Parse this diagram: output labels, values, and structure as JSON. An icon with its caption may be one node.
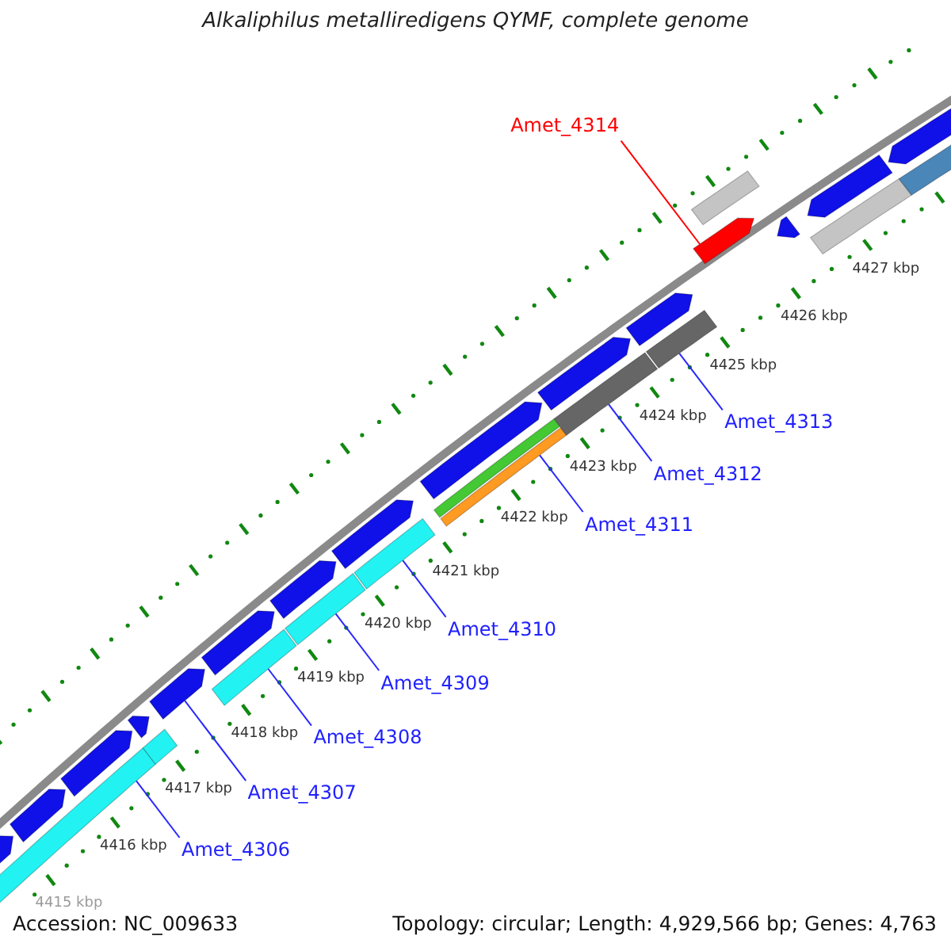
{
  "diagram": {
    "title": "Alkaliphilus metalliredigens QYMF, complete genome",
    "nodes": [
      {
        "text": [
          "Amet_4314"
        ]
      },
      {
        "text": [
          "Amet_4313"
        ]
      },
      {
        "text": [
          "Amet_4312"
        ]
      },
      {
        "text": [
          "Amet_4311"
        ]
      },
      {
        "text": [
          "Amet_4310"
        ]
      },
      {
        "text": [
          "Amet_4309"
        ]
      },
      {
        "text": [
          "Amet_4308"
        ]
      },
      {
        "text": [
          "Amet_4307"
        ]
      },
      {
        "text": [
          "Amet_4306"
        ]
      },
      {
        "text": [],
        "shape": "bar"
      },
      {
        "text": [],
        "shape": "arrow"
      },
      {
        "text": [],
        "shape": "bar"
      },
      {
        "text": [],
        "shape": "bar"
      },
      {
        "text": [],
        "shape": "bar"
      },
      {
        "text": [],
        "shape": "bar"
      },
      {
        "text": [],
        "shape": "bar"
      },
      {
        "text": [],
        "shape": "bar"
      },
      {
        "text": [],
        "shape": "arrow"
      },
      {
        "text": [],
        "shape": "arrow"
      },
      {
        "text": [],
        "shape": "arrow"
      },
      {
        "text": [],
        "shape": "arrow"
      },
      {
        "text": [],
        "shape": "arrow"
      },
      {
        "text": [],
        "shape": "arrow"
      },
      {
        "text": [],
        "shape": "arrow"
      },
      {
        "text": [],
        "shape": "arrow"
      },
      {
        "text": [],
        "shape": "arrow"
      },
      {
        "text": [],
        "shape": "arrow"
      },
      {
        "text": [],
        "shape": "arrow"
      },
      {
        "text": [],
        "shape": "arrow"
      },
      {
        "text": [],
        "shape": "arrow"
      },
      {
        "text": [],
        "shape": "arrow"
      },
      {
        "text": [],
        "shape": "bar"
      },
      {
        "text": [],
        "shape": "bar"
      },
      {
        "text": [],
        "shape": "bar"
      },
      {
        "text": [],
        "shape": "bar"
      },
      {
        "text": [],
        "shape": "bar"
      }
    ],
    "edges": [
      {
        "from": 0,
        "to": 17,
        "arrow": "none",
        "color": "#ff0000"
      },
      {
        "from": 1,
        "to": 16,
        "arrow": "none"
      },
      {
        "from": 2,
        "to": 15,
        "arrow": "none"
      },
      {
        "from": 3,
        "to": 14,
        "arrow": "none"
      },
      {
        "from": 4,
        "to": 13,
        "arrow": "none"
      },
      {
        "from": 5,
        "to": 12,
        "arrow": "none"
      },
      {
        "from": 6,
        "to": 11,
        "arrow": "none"
      },
      {
        "from": 7,
        "to": 10,
        "arrow": "none"
      },
      {
        "from": 8,
        "to": 9,
        "arrow": "none"
      }
    ],
    "labels": [
      "4427 kbp",
      "4426 kbp",
      "4425 kbp",
      "4424 kbp",
      "4423 kbp",
      "4422 kbp",
      "4421 kbp",
      "4420 kbp",
      "4419 kbp",
      "4418 kbp",
      "4417 kbp",
      "4416 kbp",
      "4415 kbp",
      "Accession: NC_009633",
      "Topology: circular; Length: 4,929,566 bp; Genes: 4,763"
    ]
  }
}
